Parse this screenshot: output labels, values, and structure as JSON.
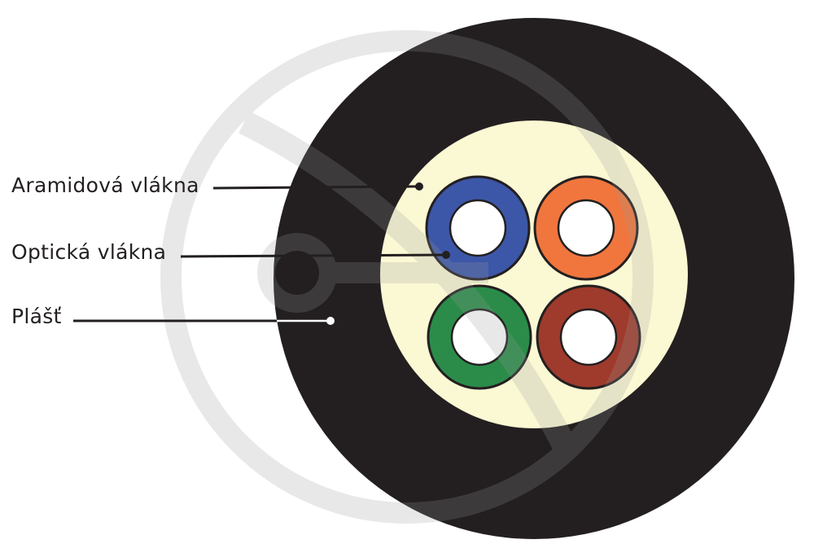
{
  "labels": {
    "aramid": "Aramidová vlákna",
    "optical": "Optická vlákna",
    "jacket": "Plášť"
  },
  "colors": {
    "jacket": "#231f20",
    "aramid_fill": "#fbf8d4",
    "fiber_blue": "#3c57a8",
    "fiber_orange": "#f0763d",
    "fiber_green": "#2b8c4a",
    "fiber_brown": "#9e3b2c",
    "fiber_core": "#ffffff",
    "leader_line": "#231f20",
    "watermark": "#9a9a9a"
  },
  "icons": {
    "watermark": "logo-watermark"
  }
}
